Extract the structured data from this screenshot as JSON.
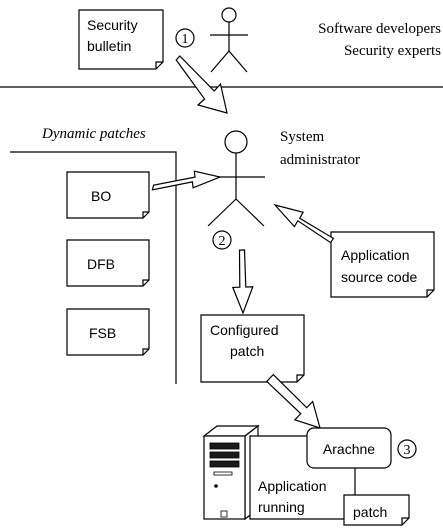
{
  "roles": {
    "line1": "Software developers",
    "line2": "Security experts",
    "admin_line1": "System",
    "admin_line2": "administrator"
  },
  "section_label": "Dynamic patches",
  "documents": {
    "security_bulletin": [
      "Security",
      "bulletin"
    ],
    "application_source": [
      "Application",
      "source code"
    ],
    "configured_patch": [
      "Configured",
      "patch"
    ],
    "application_running": [
      "Application",
      "running"
    ],
    "patch": "patch"
  },
  "patch_types": [
    "BO",
    "DFB",
    "FSB"
  ],
  "arachne": "Arachne",
  "steps": [
    "1",
    "2",
    "3"
  ]
}
